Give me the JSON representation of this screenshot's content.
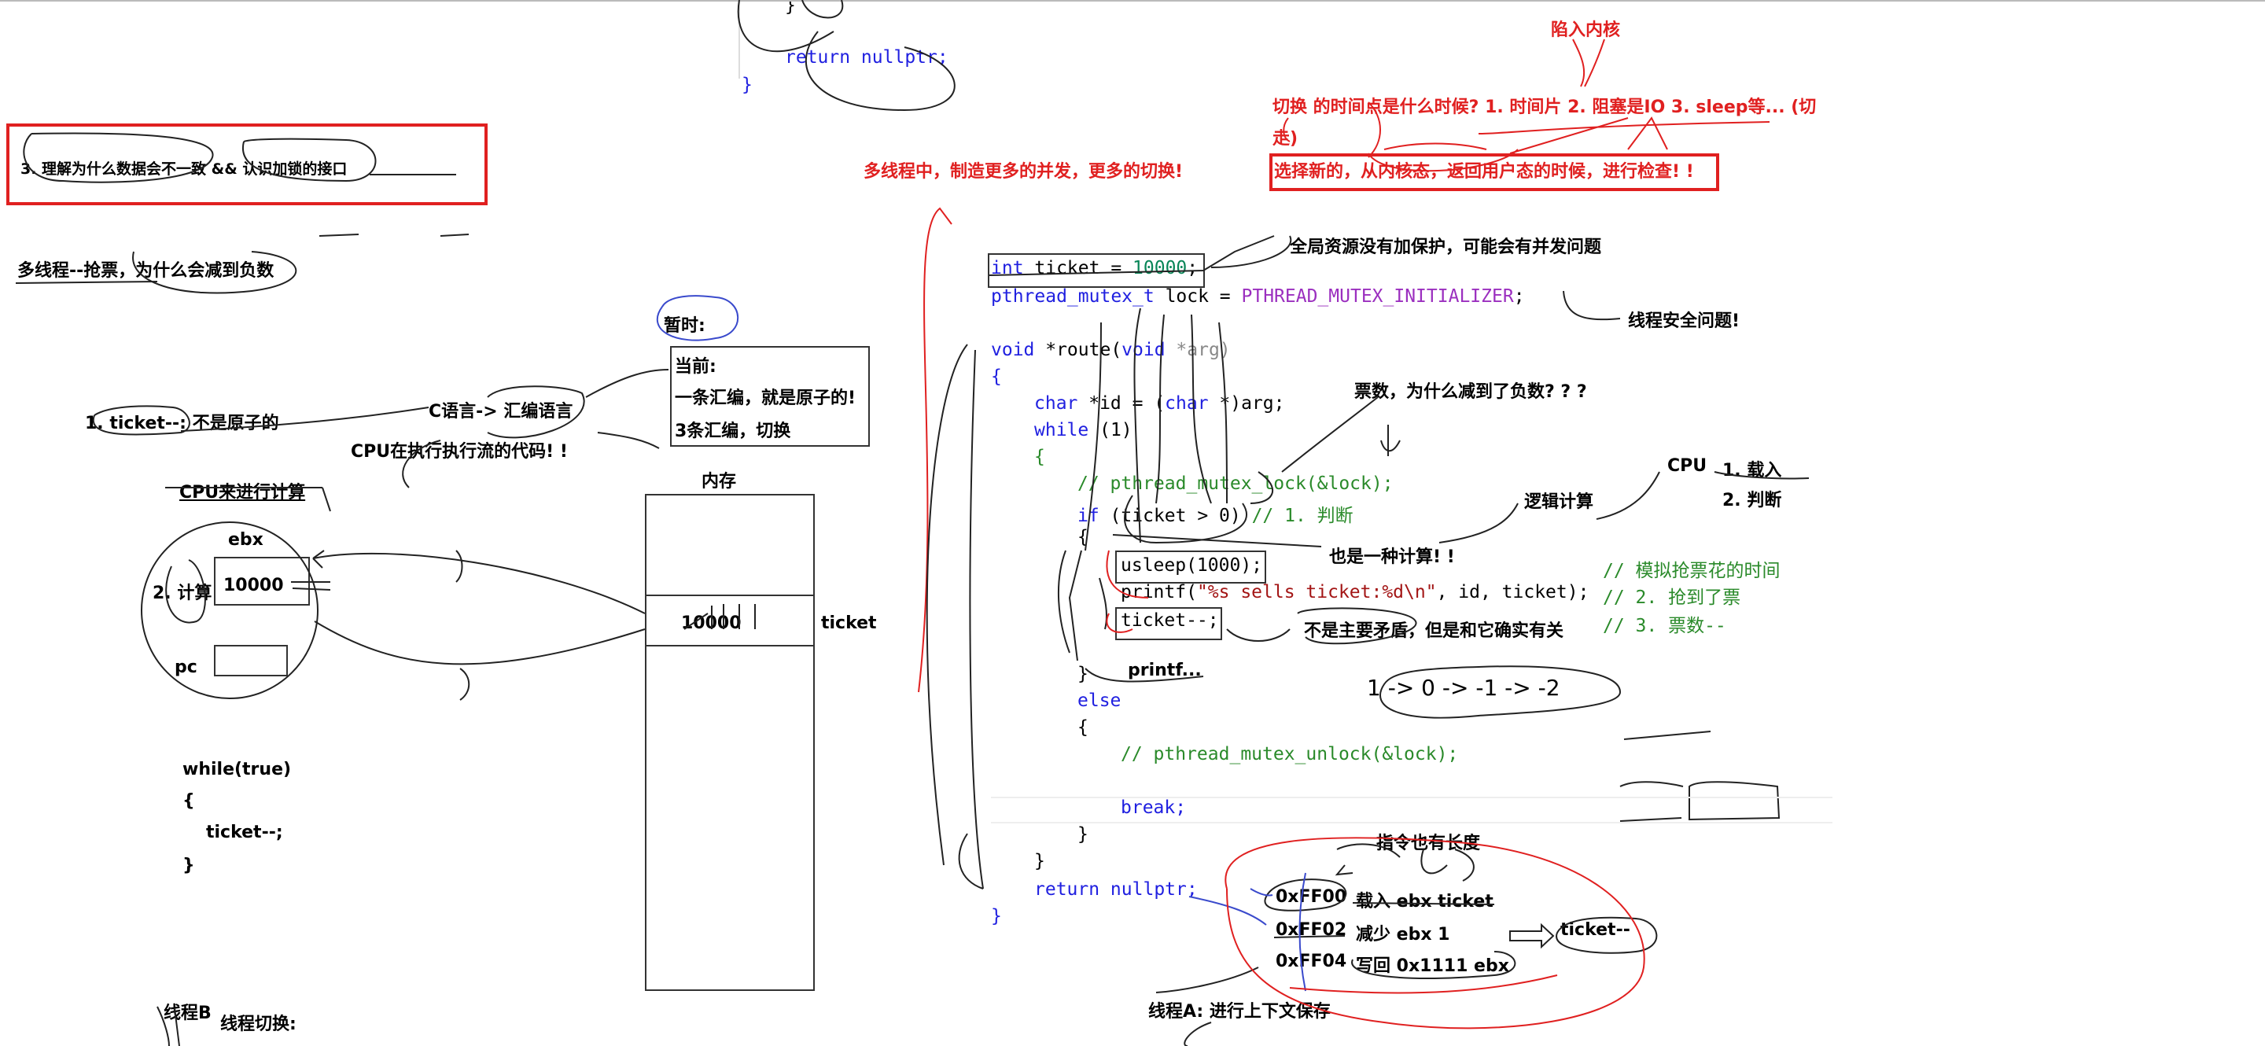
{
  "top_code": {
    "brace_close_inner": "}",
    "return_stmt": "return nullptr;",
    "brace_close_outer": "}"
  },
  "notes": {
    "trap_kernel": "陷入内核",
    "switch_time_line1": "切换 的时间点是什么时候? 1. 时间片 2. 阻塞是IO 3. sleep等... (切",
    "switch_time_line2": "走)",
    "more_concurrency": "多线程中，制造更多的并发，更多的切换!",
    "choose_new": "选择新的，从内核态，返回用户态的时候，进行检查! !",
    "objective": "3. 理解为什么数据会不一致 && 认识加锁的接口",
    "ticket_title": "多线程--抢票，为什么会减到负数",
    "global_resource": "全局资源没有加保护，可能会有并发问题",
    "thread_safety": "线程安全问题!",
    "temporary": "暂时:",
    "current": "当前:",
    "one_asm": "一条汇编，就是原子的!",
    "three_asm": "3条汇编，切换",
    "not_atomic": "1. ticket--: 不是原子的",
    "c_to_asm": "C语言-> 汇编语言",
    "cpu_exec": "CPU在执行执行流的代码! !",
    "cpu_compute": "CPU来进行计算",
    "memory": "内存",
    "ebx": "ebx",
    "compute": "2. 计算",
    "reg_value": "10000",
    "pc": "pc",
    "mem_value": "10000",
    "ticket_label": "ticket",
    "while_true": "while(true)",
    "lbrace": "{",
    "ticket_dec": "ticket--;",
    "rbrace": "}",
    "negative_q": "票数，为什么减到了负数? ? ?",
    "logic_calc": "逻辑计算",
    "cpu": "CPU",
    "load": "1. 载入",
    "judge": "2. 判断",
    "also_calc": "也是一种计算! !",
    "not_main": "不是主要矛盾，但是和它确实有关",
    "printf_note": "printf...",
    "countdown": "1 -> 0 -> -1 -> -2",
    "instr_len": "指令也有长度",
    "addr1": "0xFF00",
    "instr1": "载入 ebx ticket",
    "addr2": "0xFF02",
    "instr2": "减少  ebx  1",
    "addr3": "0xFF04",
    "instr3": "写回  0x1111 ebx",
    "ticket_arrow": "ticket--",
    "thread_a": "线程A: 进行上下文保存",
    "thread_b": "线程B",
    "thread_switch": "线程切换:"
  },
  "code": {
    "l1_type": "int",
    "l1_rest": " ticket = ",
    "l1_num": "10000",
    "l1_end": ";",
    "l2_type": "pthread_mutex_t",
    "l2_rest": " lock = ",
    "l2_macro": "PTHREAD_MUTEX_INITIALIZER",
    "l2_end": ";",
    "l3_void": "void",
    "l3_mid": " *route(",
    "l3_void2": "void",
    "l3_end": " *arg)",
    "l4": "{",
    "l5_char": "char",
    "l5_mid": " *id = (",
    "l5_char2": "char",
    "l5_end": " *)arg;",
    "l6_while": "while",
    "l6_rest": " (1)",
    "l7": "{",
    "l8_comment": "// pthread_mutex_lock(&lock);",
    "l9_if": "if",
    "l9_rest": " (ticket > 0)",
    "l9_comment": " // 1. 判断",
    "l10": "{",
    "l11": "usleep(1000);",
    "l11_comment": "// 模拟抢票花的时间",
    "l12_a": "printf(",
    "l12_str": "\"%s sells ticket:%d\\n\"",
    "l12_b": ", id, ticket);",
    "l12_comment": "// 2. 抢到了票",
    "l13": "ticket--;",
    "l13_comment": "// 3. 票数--",
    "l14": "}",
    "l15": "else",
    "l16": "{",
    "l17_comment": "// pthread_mutex_unlock(&lock);",
    "l18": "break;",
    "l19": "}",
    "l20": "}",
    "l21": "return nullptr;",
    "l22": "}"
  },
  "colors": {
    "annotation_red": "#e02020",
    "keyword_blue": "#2020e0",
    "comment_green": "#2a8a2a",
    "number_green": "#098658",
    "string_red": "#a31515",
    "macro_purple": "#9b2fbf"
  }
}
